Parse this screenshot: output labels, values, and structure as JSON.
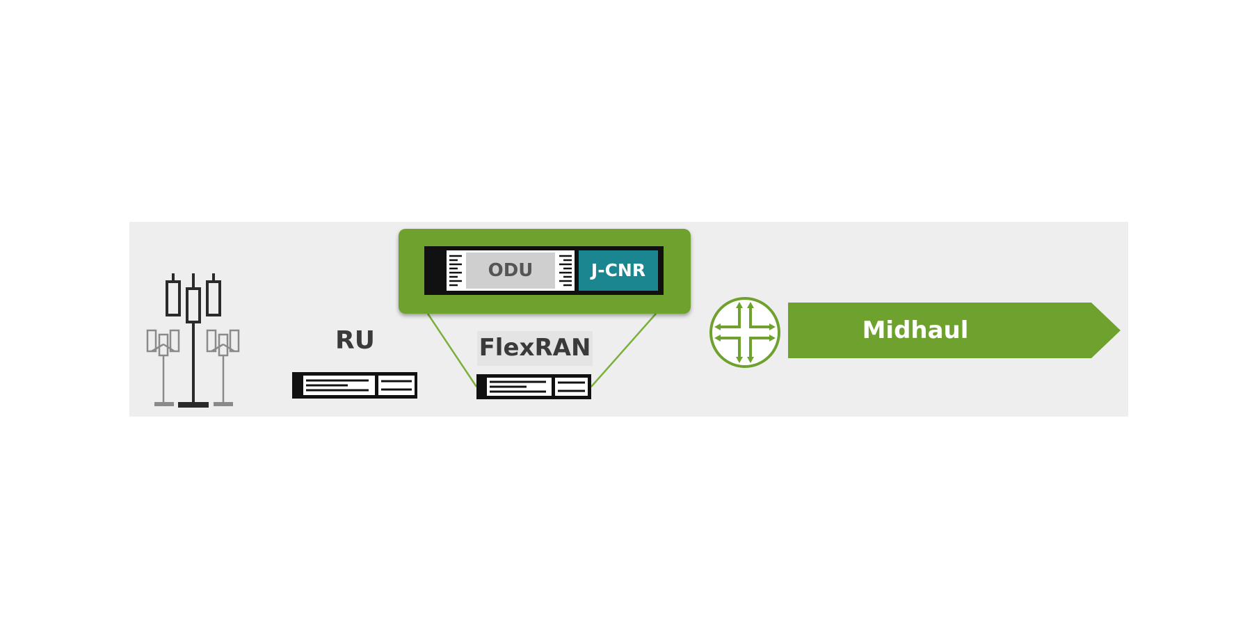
{
  "diagram": {
    "nodes": {
      "cell_tower": {
        "icon": "cell-tower-icon"
      },
      "ru": {
        "label": "RU",
        "icon": "server-icon"
      },
      "flexran": {
        "label": "FlexRAN",
        "icon": "server-icon"
      },
      "odu": {
        "label": "ODU"
      },
      "jcnr": {
        "label": "J-CNR"
      },
      "router": {
        "icon": "router-icon"
      },
      "midhaul": {
        "label": "Midhaul"
      }
    },
    "colors": {
      "accent_green": "#6fa12e",
      "jcnr_teal": "#1b8590",
      "panel_gray": "#eeeeee"
    }
  }
}
